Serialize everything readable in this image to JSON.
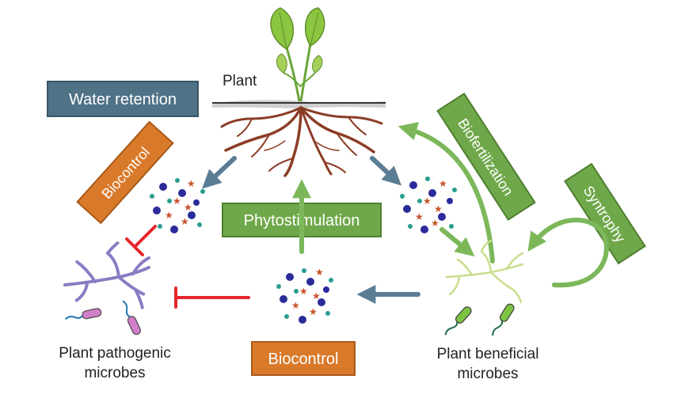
{
  "labels": {
    "plant": "Plant",
    "water_retention": "Water retention",
    "biocontrol_diagonal": "Biocontrol",
    "phytostimulation": "Phytostimulation",
    "biocontrol_bottom": "Biocontrol",
    "biofertilization": "Biofertilization",
    "syntrophy": "Syntrophy",
    "pathogenic_line1": "Plant pathogenic",
    "pathogenic_line2": "microbes",
    "beneficial_line1": "Plant beneficial",
    "beneficial_line2": "microbes"
  },
  "colors": {
    "slate_box": "#4f7287",
    "orange_box": "#d97a2b",
    "green_box": "#6fa84a",
    "green_arrow": "#7cb85a",
    "slate_arrow": "#5b7d93",
    "inhibit_red": "#e8262b",
    "root_brown": "#8c3d26",
    "leaf_green": "#8cc53f",
    "pathogen_purple": "#8a7cc2",
    "beneficial_hypha": "#c8de8e"
  }
}
